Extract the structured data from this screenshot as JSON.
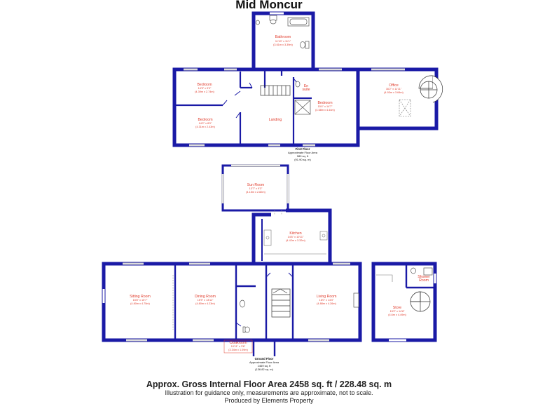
{
  "title": "Mid Moncur",
  "floors": {
    "first": {
      "label": "First Floor",
      "area_label": "Approximate Floor Area",
      "sqft": "989 sq. ft",
      "sqm": "(91.90 sq. m)"
    },
    "ground": {
      "label": "Ground Floor",
      "area_label": "Approximate Floor Area",
      "sqft": "1469 sq. ft",
      "sqm": "(136.82 sq. m)"
    }
  },
  "rooms": {
    "bathroom": {
      "name": "Bathroom",
      "dim1": "11'10\" x 11'1\"",
      "dim2": "(3.61m x 3.39m)"
    },
    "bedroom1": {
      "name": "Bedroom",
      "dim1": "14'5\" x 9'0\"",
      "dim2": "(4.39m x 2.74m)"
    },
    "bedroom2": {
      "name": "Bedroom",
      "dim1": "14'2\" x 8'0\"",
      "dim2": "(4.31m x 2.43m)"
    },
    "ensuite": {
      "name": "En",
      "name2": "suite"
    },
    "bedroom3": {
      "name": "Bedroom",
      "dim1": "15'4\" x 14'7\"",
      "dim2": "(4.68m x 4.44m)"
    },
    "landing": {
      "name": "Landing"
    },
    "office": {
      "name": "Office",
      "dim1": "16'2\" x 11'11\"",
      "dim2": "(4.93m x 3.64m)"
    },
    "sunroom": {
      "name": "Sun Room",
      "dim1": "13'7\" x 9'3\"",
      "dim2": "(4.15m x 2.82m)"
    },
    "kitchen": {
      "name": "Kitchen",
      "dim1": "14'6\" x 10'11\"",
      "dim2": "(4.42m x 3.32m)"
    },
    "sitting": {
      "name": "Sitting Room",
      "dim1": "15'8\" x 15'7\"",
      "dim2": "(4.80m x 4.75m)"
    },
    "dining": {
      "name": "Dining Room",
      "dim1": "15'9\" x 13'11\"",
      "dim2": "(4.80m x 4.23m)"
    },
    "living": {
      "name": "Living Room",
      "dim1": "16'0\" x 14'0\"",
      "dim2": "(4.88m x 4.26m)"
    },
    "cloakroom": {
      "name": "Cloakroom",
      "dim1": "10'11\" x 3'6\"",
      "dim2": "(3.34m x 1.09m)"
    },
    "shower": {
      "name": "Shower",
      "name2": "Room"
    },
    "store": {
      "name": "Store",
      "dim1": "15'2\" x 14'8\"",
      "dim2": "(4.6m x 4.49m)"
    }
  },
  "footer": {
    "gross": "Approx. Gross Internal Floor Area 2458 sq. ft / 228.48 sq. m",
    "disclaimer": "Illustration for guidance only, measurements are approximate, not to scale.",
    "producer": "Produced by Elements Property"
  },
  "colors": {
    "wall": "#1a1aa6",
    "label": "#e03a2a"
  }
}
